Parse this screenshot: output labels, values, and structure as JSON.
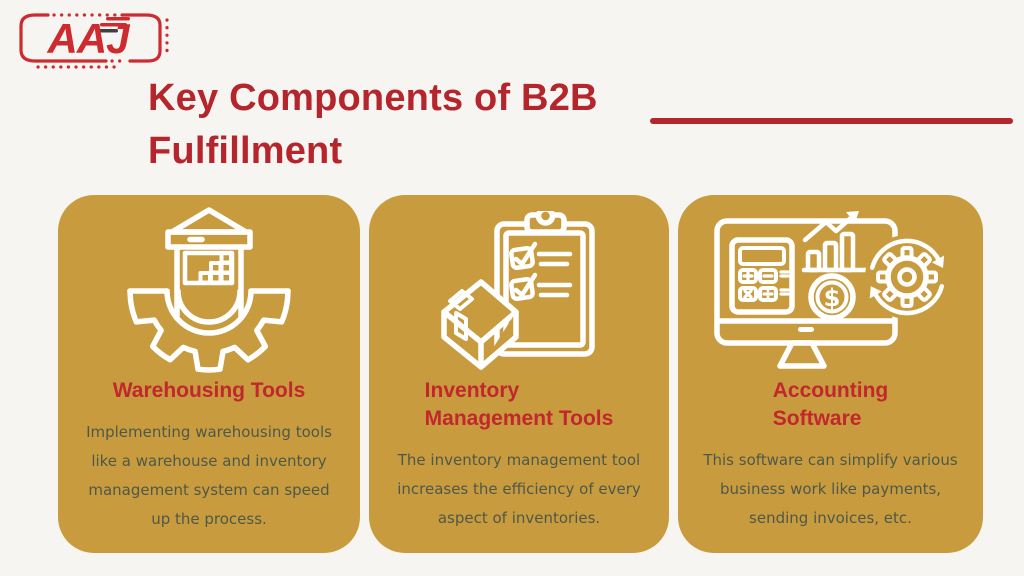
{
  "logo": {
    "text": "AAJ"
  },
  "header": {
    "title_line1": "Key Components of B2B",
    "title_line2": "Fulfillment"
  },
  "cards": [
    {
      "icon": "warehouse-gear-icon",
      "title_line1": "Warehousing Tools",
      "body": "Implementing warehousing tools like a warehouse and inventory management system can speed up the process."
    },
    {
      "icon": "inventory-clipboard-box-icon",
      "title_line1": "Inventory",
      "title_line2": "Management Tools",
      "body": "The inventory management tool increases the efficiency of every aspect of inventories."
    },
    {
      "icon": "accounting-software-icon",
      "title_line1": "Accounting",
      "title_line2": "Software",
      "body": "This software can simplify various business work like payments, sending invoices, etc."
    }
  ],
  "icon_symbols": {
    "dollar": "$"
  },
  "colors": {
    "page_background": "#F7F5F2",
    "card_background": "#C89C3E",
    "title_red": "#B5262C",
    "card_title_red": "#C1272D",
    "body_text": "#4E5849",
    "icon_white": "#FFFFFF",
    "logo_red": "#CE2B30",
    "speed_line_dark": "#3F3F3F"
  }
}
